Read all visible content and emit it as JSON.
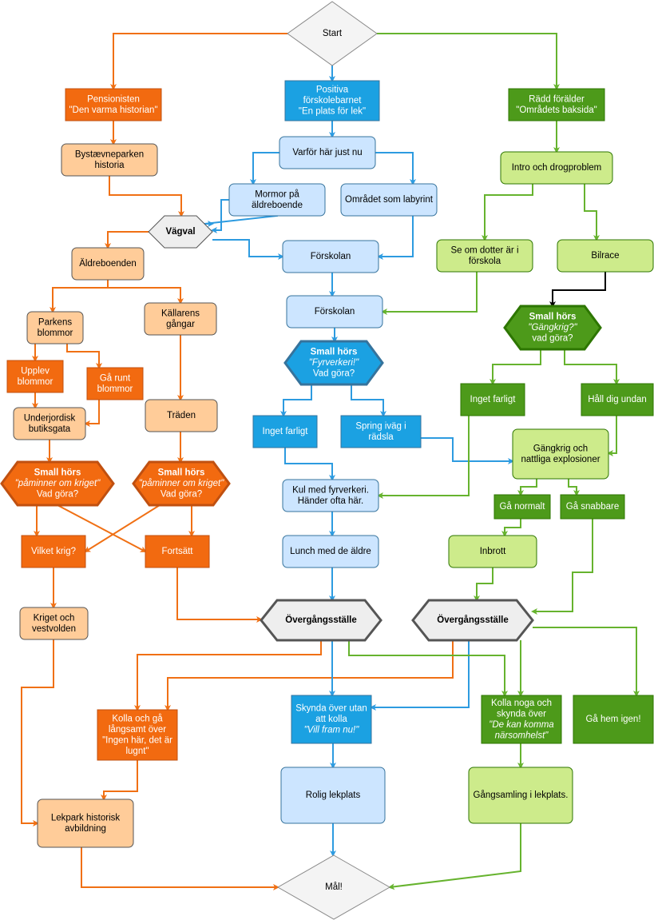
{
  "nodes": {
    "start": [
      "Start"
    ],
    "pensionist": [
      "Pensionisten",
      "\"Den varma historian\""
    ],
    "positiva": [
      "Positiva",
      "förskolebarnet",
      "\"En plats för lek\""
    ],
    "radd": [
      "Rädd förälder",
      "\"Områdets baksida\""
    ],
    "bystaev": [
      "Bystævneparken",
      "historia"
    ],
    "varfor": [
      "Varför här just nu"
    ],
    "intro": [
      "Intro och drogproblem"
    ],
    "mormor": [
      "Mormor på",
      "äldreboende"
    ],
    "labyrint": [
      "Området som labyrint"
    ],
    "vagval": [
      "Vägval"
    ],
    "aldreboenden": [
      "Äldreboenden"
    ],
    "forskolan1": [
      "Förskolan"
    ],
    "seom": [
      "Se om dotter är i",
      "förskola"
    ],
    "bilrace": [
      "Bilrace"
    ],
    "forskolan2": [
      "Förskolan"
    ],
    "parkens": [
      "Parkens",
      "blommor"
    ],
    "kallarens": [
      "Källarens",
      "gångar"
    ],
    "small_green_top": [
      "Small hörs",
      "\"Gängkrig?\"",
      "vad göra?"
    ],
    "small_blue": [
      "Small hörs",
      "\"Fyrverkeri!\"",
      "Vad göra?"
    ],
    "upplev": [
      "Upplev",
      "blommor"
    ],
    "garunt": [
      "Gå runt",
      "blommor"
    ],
    "inget_green": [
      "Inget farligt"
    ],
    "hall": [
      "Håll dig undan"
    ],
    "underjord": [
      "Underjordisk",
      "butiksgata"
    ],
    "traden": [
      "Träden"
    ],
    "inget_blue": [
      "Inget farligt"
    ],
    "spring": [
      "Spring iväg i",
      "rädsla"
    ],
    "gangkrig": [
      "Gängkrig och",
      "nattliga explosioner"
    ],
    "small_or_left": [
      "Small hörs",
      "\"påminner om kriget\"",
      "Vad göra?"
    ],
    "small_or_right": [
      "Small hörs",
      "\"påminner om kriget\"",
      "Vad göra?"
    ],
    "kul": [
      "Kul med fyrverkeri.",
      "Händer ofta här."
    ],
    "ganormalt": [
      "Gå normalt"
    ],
    "gasnabbare": [
      "Gå snabbare"
    ],
    "vilket": [
      "Vilket krig?"
    ],
    "fortsatt": [
      "Fortsätt"
    ],
    "lunch": [
      "Lunch med de äldre"
    ],
    "inbrott": [
      "Inbrott"
    ],
    "kriget": [
      "Kriget och",
      "vestvolden"
    ],
    "overg1": [
      "Övergångsställe"
    ],
    "overg2": [
      "Övergångsställe"
    ],
    "kolla_or": [
      "Kolla och gå",
      "långsamt över",
      "\"Ingen här, det är",
      "lugnt\""
    ],
    "skynda": [
      "Skynda över utan",
      "att kolla",
      "\"Vill fram nu!\""
    ],
    "kolla_gr": [
      "Kolla noga och",
      "skynda över",
      "\"De kan komma",
      "närsomhelst\""
    ],
    "gahem": [
      "Gå hem igen!"
    ],
    "rolig": [
      "Rolig lekplats"
    ],
    "gangsamling": [
      "Gångsamling i lekplats."
    ],
    "lekpark": [
      "Lekpark historisk",
      "avbildning"
    ],
    "mal": [
      "Mål!"
    ]
  },
  "colors": {
    "orange_dark": "#f26a10",
    "orange_light": "#ffcc99",
    "orange_stroke": "#c05010",
    "blue_dark": "#1ba1e2",
    "blue_light": "#cce5ff",
    "blue_stroke": "#36739c",
    "green_dark": "#4d9a1a",
    "green_light": "#cdeb8b",
    "green_stroke": "#2d7600",
    "grey_fill": "#eeeeee",
    "grey_stroke": "#555555",
    "orange_line": "#f07014",
    "blue_line": "#2d9be0",
    "green_line": "#66b32e"
  }
}
